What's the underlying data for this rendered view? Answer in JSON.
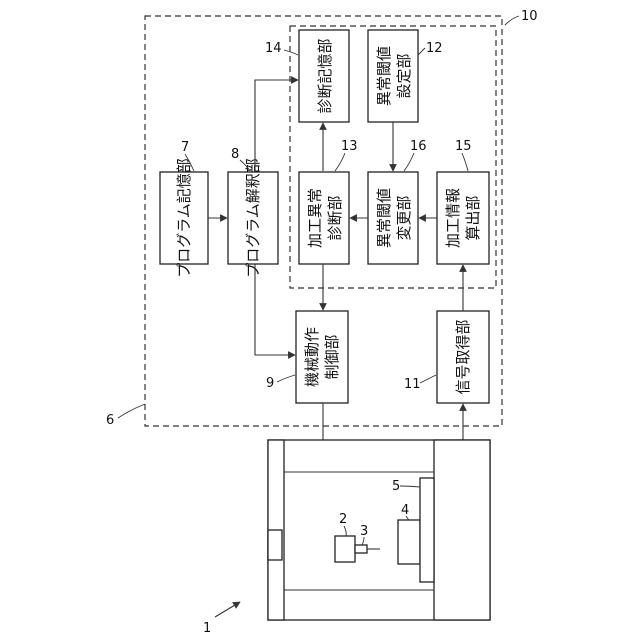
{
  "blocks": {
    "program_storage": {
      "label": "プログラム記憶部",
      "ref": "7"
    },
    "program_interpreter": {
      "label": "プログラム解釈部",
      "ref": "8"
    },
    "machine_control": {
      "label_line1": "機械動作",
      "label_line2": "制御部",
      "ref": "9"
    },
    "diagnosis_storage": {
      "label": "診断記憶部",
      "ref": "14"
    },
    "threshold_setting": {
      "label_line1": "異常閾値",
      "label_line2": "設定部",
      "ref": "12"
    },
    "abnormality_diagnosis": {
      "label_line1": "加工異常",
      "label_line2": "診断部",
      "ref": "13"
    },
    "threshold_change": {
      "label_line1": "異常閾値",
      "label_line2": "変更部",
      "ref": "16"
    },
    "machining_info_calc": {
      "label_line1": "加工情報",
      "label_line2": "算出部",
      "ref": "15"
    },
    "signal_acquisition": {
      "label": "信号取得部",
      "ref": "11"
    }
  },
  "refs": {
    "controller": "6",
    "diagnosis_device": "10",
    "machine_tool": "1",
    "spindle": "2",
    "tool": "3",
    "workpiece": "4",
    "table": "5"
  }
}
